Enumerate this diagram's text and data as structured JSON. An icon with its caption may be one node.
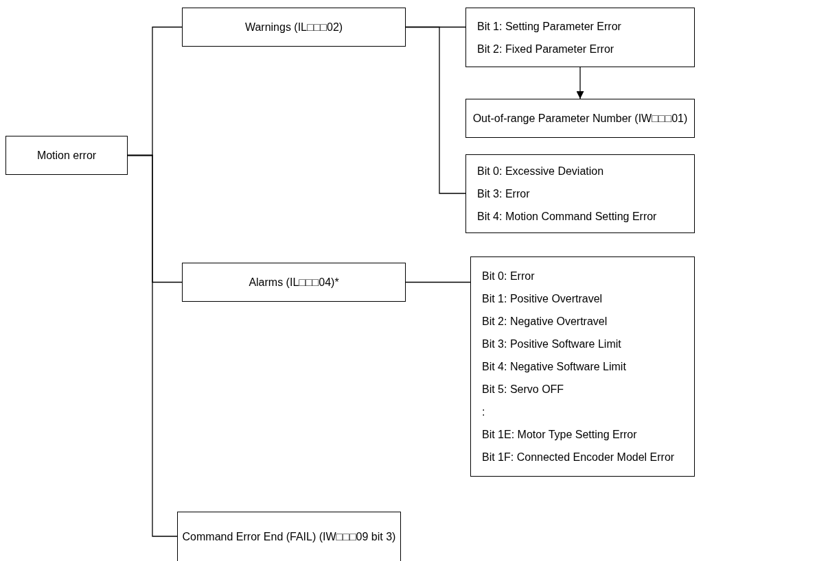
{
  "diagram": {
    "nodes": [
      {
        "text": [
          "Motion error"
        ]
      },
      {
        "text": [
          "Warnings (IL□□□02)"
        ]
      },
      {
        "text": [
          "Bit 1: Setting Parameter Error",
          "Bit 2: Fixed Parameter Error"
        ]
      },
      {
        "text": [
          "Out-of-range Parameter Number (IW□□□01)"
        ]
      },
      {
        "text": [
          "Bit 0: Excessive Deviation",
          "Bit 3: Error",
          "Bit 4: Motion Command Setting Error"
        ]
      },
      {
        "text": [
          "Alarms (IL□□□04)*"
        ]
      },
      {
        "text": [
          "Bit 0: Error",
          "Bit 1: Positive Overtravel",
          "Bit 2: Negative Overtravel",
          "Bit 3: Positive Software Limit",
          "Bit 4: Negative Software Limit",
          "Bit 5: Servo OFF",
          ":",
          "Bit 1E: Motor Type Setting Error",
          "Bit 1F: Connected Encoder Model Error"
        ]
      },
      {
        "text": [
          "Command Error End (FAIL) (IW□□□09 bit 3)"
        ]
      }
    ],
    "edges": [
      {
        "from": 0,
        "to": 1,
        "arrow": "none"
      },
      {
        "from": 0,
        "to": 5,
        "arrow": "none"
      },
      {
        "from": 0,
        "to": 7,
        "arrow": "none"
      },
      {
        "from": 1,
        "to": 2,
        "arrow": "none"
      },
      {
        "from": 1,
        "to": 4,
        "arrow": "none"
      },
      {
        "from": 2,
        "to": 3,
        "arrow": "to"
      },
      {
        "from": 5,
        "to": 6,
        "arrow": "none"
      }
    ]
  }
}
